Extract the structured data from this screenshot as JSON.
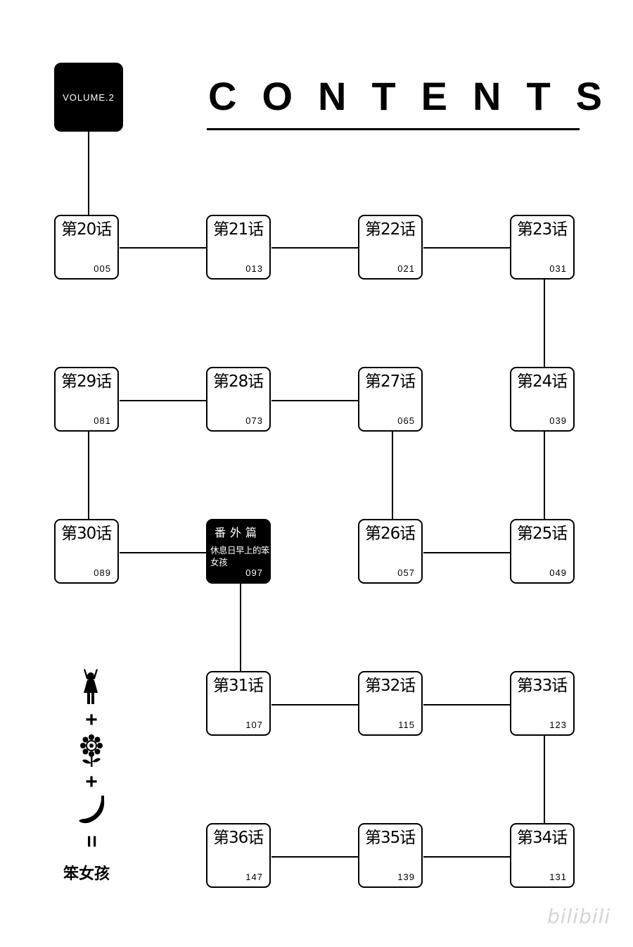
{
  "volume_label": "VOLUME.2",
  "contents_title": "CONTENTS",
  "chapters": [
    {
      "id": "c20",
      "name": "第20话",
      "page": "005"
    },
    {
      "id": "c21",
      "name": "第21话",
      "page": "013"
    },
    {
      "id": "c22",
      "name": "第22话",
      "page": "021"
    },
    {
      "id": "c23",
      "name": "第23话",
      "page": "031"
    },
    {
      "id": "c24",
      "name": "第24话",
      "page": "039"
    },
    {
      "id": "c25",
      "name": "第25话",
      "page": "049"
    },
    {
      "id": "c26",
      "name": "第26话",
      "page": "057"
    },
    {
      "id": "c27",
      "name": "第27话",
      "page": "065"
    },
    {
      "id": "c28",
      "name": "第28话",
      "page": "073"
    },
    {
      "id": "c29",
      "name": "第29话",
      "page": "081"
    },
    {
      "id": "c30",
      "name": "第30话",
      "page": "089"
    },
    {
      "id": "c31",
      "name": "第31话",
      "page": "107"
    },
    {
      "id": "c32",
      "name": "第32话",
      "page": "115"
    },
    {
      "id": "c33",
      "name": "第33话",
      "page": "123"
    },
    {
      "id": "c34",
      "name": "第34话",
      "page": "131"
    },
    {
      "id": "c35",
      "name": "第35话",
      "page": "139"
    },
    {
      "id": "c36",
      "name": "第36话",
      "page": "147"
    }
  ],
  "extra": {
    "name": "番外篇",
    "subtitle": "休息日早上的笨女孩",
    "page": "097"
  },
  "legend": {
    "icons": [
      "girl-icon",
      "sunflower-icon",
      "banana-icon"
    ],
    "plus": "+",
    "equals": "=",
    "result": "笨女孩"
  },
  "watermark": "bilibili"
}
